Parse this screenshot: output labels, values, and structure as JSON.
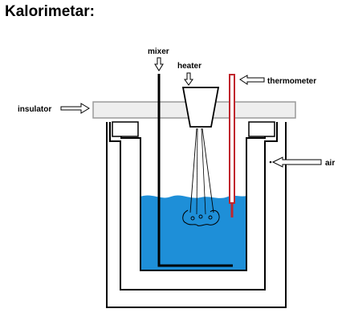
{
  "title": "Kalorimetar:",
  "labels": {
    "mixer": "mixer",
    "heater": "heater",
    "thermometer": "thermometer",
    "insulator": "insulator",
    "air": "air"
  },
  "colors": {
    "water": "#1e8fd8",
    "thermometer": "#c0262d",
    "insulator_fill": "#eeeeee",
    "insulator_stroke": "#9a9a9a",
    "outline": "#000000"
  },
  "icons": {
    "arrow": "hollow-arrow-icon"
  }
}
